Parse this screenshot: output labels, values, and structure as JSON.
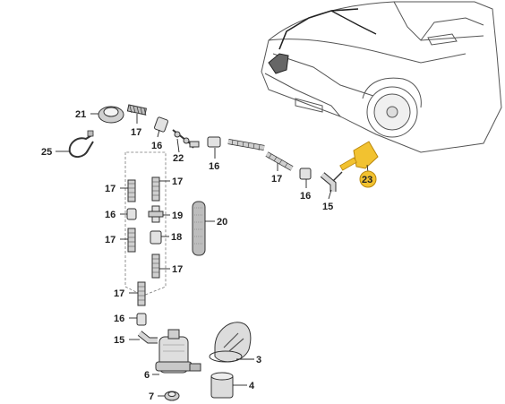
{
  "colors": {
    "line": "#333333",
    "part_fill": "#d9d9d9",
    "part_dark": "#9a9a9a",
    "highlight": "#f2c230",
    "highlight_dark": "#b8860b"
  },
  "callouts": [
    {
      "id": "c21",
      "text": "21"
    },
    {
      "id": "c17a",
      "text": "17"
    },
    {
      "id": "c16a",
      "text": "16"
    },
    {
      "id": "c25",
      "text": "25"
    },
    {
      "id": "c22",
      "text": "22"
    },
    {
      "id": "c16b",
      "text": "16"
    },
    {
      "id": "c17b",
      "text": "17"
    },
    {
      "id": "c16c",
      "text": "16"
    },
    {
      "id": "c15a",
      "text": "15"
    },
    {
      "id": "c23",
      "text": "23"
    },
    {
      "id": "c17c",
      "text": "17"
    },
    {
      "id": "c17d",
      "text": "17"
    },
    {
      "id": "c16d",
      "text": "16"
    },
    {
      "id": "c19",
      "text": "19"
    },
    {
      "id": "c20",
      "text": "20"
    },
    {
      "id": "c17e",
      "text": "17"
    },
    {
      "id": "c18",
      "text": "18"
    },
    {
      "id": "c17f",
      "text": "17"
    },
    {
      "id": "c17g",
      "text": "17"
    },
    {
      "id": "c16e",
      "text": "16"
    },
    {
      "id": "c15b",
      "text": "15"
    },
    {
      "id": "c6",
      "text": "6"
    },
    {
      "id": "c3",
      "text": "3"
    },
    {
      "id": "c4",
      "text": "4"
    },
    {
      "id": "c7",
      "text": "7"
    }
  ]
}
